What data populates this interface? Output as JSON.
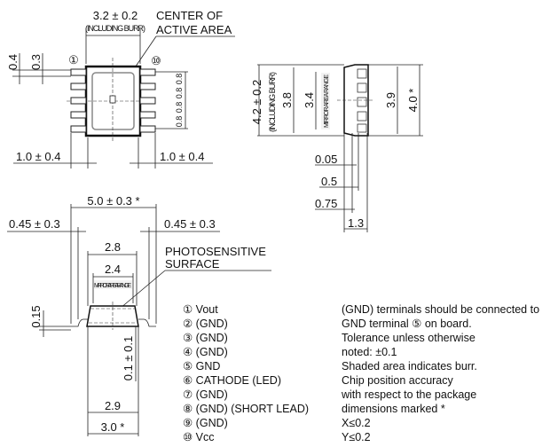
{
  "top_view": {
    "width_dim": "3.2 ± 0.2",
    "width_note": "(INCLUDING BURR)",
    "callout_line1": "CENTER OF",
    "callout_line2": "ACTIVE AREA",
    "dim_04": "0.4",
    "dim_03": "0.3",
    "pin1_marker": "①",
    "pin10_marker": "⑩",
    "pitch": [
      "0.8",
      "0.8",
      "0.8",
      "0.8"
    ],
    "lead_left": "1.0 ± 0.4",
    "lead_right": "1.0 ± 0.4"
  },
  "side_view": {
    "height_dim": "4.2 ± 0.2",
    "height_note": "(INCLUDING BURR)",
    "dim_38": "3.8",
    "dim_34": "3.4",
    "mirror_label": "MIRROR AREA RANGE",
    "dim_39": "3.9",
    "dim_40": "4.0 *",
    "dim_005": "0.05",
    "dim_05": "0.5",
    "dim_075": "0.75",
    "dim_13": "1.3"
  },
  "front_view": {
    "overall": "5.0 ± 0.3 *",
    "lead_left": "0.45 ± 0.3",
    "lead_right": "0.45 ± 0.3",
    "dim_28": "2.8",
    "dim_24": "2.4",
    "mirror_label": "MIRROR AREA RANGE",
    "callout_line1": "PHOTOSENSITIVE",
    "callout_line2": "SURFACE",
    "dim_015": "0.15",
    "dim_01": "0.1 ± 0.1",
    "dim_29": "2.9",
    "dim_30": "3.0 *"
  },
  "pins": [
    "① Vout",
    "② (GND)",
    "③ (GND)",
    "④ (GND)",
    "⑤ GND",
    "⑥ CATHODE (LED)",
    "⑦ (GND)",
    "⑧ (GND) (SHORT LEAD)",
    "⑨ (GND)",
    "⑩ Vcc"
  ],
  "notes": [
    "(GND) terminals should be connected to",
    "GND terminal ⑤ on board.",
    "Tolerance unless otherwise",
    "noted: ±0.1",
    "Shaded area indicates burr.",
    "Chip position accuracy",
    "with respect to the package",
    "dimensions marked *",
    "X≤0.2",
    "Y≤0.2"
  ]
}
